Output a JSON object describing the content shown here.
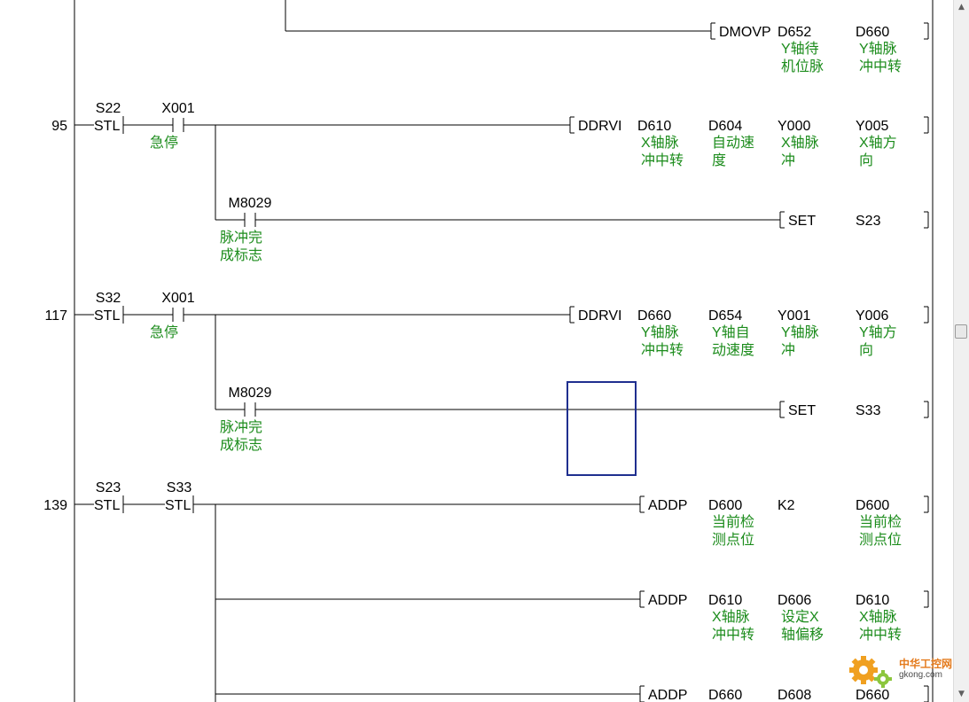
{
  "rungs": [
    {
      "id": "r0",
      "instruction": {
        "op": "DMOVP",
        "args": [
          {
            "name": "D652",
            "comment": [
              "Y轴待",
              "机位脉"
            ]
          },
          {
            "name": "D660",
            "comment": [
              "Y轴脉",
              "冲中转"
            ]
          }
        ]
      }
    },
    {
      "id": "r95",
      "step": "95",
      "contacts": [
        {
          "name": "S22",
          "label": "STL"
        },
        {
          "name": "X001",
          "comment": [
            "急停"
          ]
        }
      ],
      "instruction": {
        "op": "DDRVI",
        "args": [
          {
            "name": "D610",
            "comment": [
              "X轴脉",
              "冲中转"
            ]
          },
          {
            "name": "D604",
            "comment": [
              "自动速",
              "度"
            ]
          },
          {
            "name": "Y000",
            "comment": [
              "X轴脉",
              "冲"
            ]
          },
          {
            "name": "Y005",
            "comment": [
              "X轴方",
              "向"
            ]
          }
        ]
      },
      "branch": {
        "contact": {
          "name": "M8029",
          "comment": [
            "脉冲完",
            "成标志"
          ]
        },
        "instruction": {
          "op": "SET",
          "args": [
            {
              "name": "S23",
              "comment": []
            }
          ]
        }
      }
    },
    {
      "id": "r117",
      "step": "117",
      "contacts": [
        {
          "name": "S32",
          "label": "STL"
        },
        {
          "name": "X001",
          "comment": [
            "急停"
          ]
        }
      ],
      "instruction": {
        "op": "DDRVI",
        "args": [
          {
            "name": "D660",
            "comment": [
              "Y轴脉",
              "冲中转"
            ]
          },
          {
            "name": "D654",
            "comment": [
              "Y轴自",
              "动速度"
            ]
          },
          {
            "name": "Y001",
            "comment": [
              "Y轴脉",
              "冲"
            ]
          },
          {
            "name": "Y006",
            "comment": [
              "Y轴方",
              "向"
            ]
          }
        ]
      },
      "branch": {
        "contact": {
          "name": "M8029",
          "comment": [
            "脉冲完",
            "成标志"
          ]
        },
        "instruction": {
          "op": "SET",
          "args": [
            {
              "name": "S33",
              "comment": []
            }
          ]
        }
      }
    },
    {
      "id": "r139",
      "step": "139",
      "contacts": [
        {
          "name": "S23",
          "label": "STL"
        },
        {
          "name": "S33",
          "label": "STL"
        }
      ],
      "outputs": [
        {
          "op": "ADDP",
          "args": [
            {
              "name": "D600",
              "comment": [
                "当前检",
                "测点位"
              ]
            },
            {
              "name": "K2",
              "comment": []
            },
            {
              "name": "D600",
              "comment": [
                "当前检",
                "测点位"
              ]
            }
          ]
        },
        {
          "op": "ADDP",
          "args": [
            {
              "name": "D610",
              "comment": [
                "X轴脉",
                "冲中转"
              ]
            },
            {
              "name": "D606",
              "comment": [
                "设定X",
                "轴偏移"
              ]
            },
            {
              "name": "D610",
              "comment": [
                "X轴脉",
                "冲中转"
              ]
            }
          ]
        },
        {
          "op": "ADDP",
          "args": [
            {
              "name": "D660",
              "comment": []
            },
            {
              "name": "D608",
              "comment": []
            },
            {
              "name": "D660",
              "comment": []
            }
          ]
        }
      ]
    }
  ],
  "cursor_cell": {
    "label": "cursor"
  },
  "watermark": {
    "title": "中华工控网",
    "url": "gkong.com"
  },
  "scrollbar": {
    "up_glyph": "▲",
    "down_glyph": "▼"
  },
  "colors": {
    "comment": "#1c8c1c",
    "wire": "#000000",
    "cursor": "#1f2f8f",
    "background": "#ffffff"
  }
}
